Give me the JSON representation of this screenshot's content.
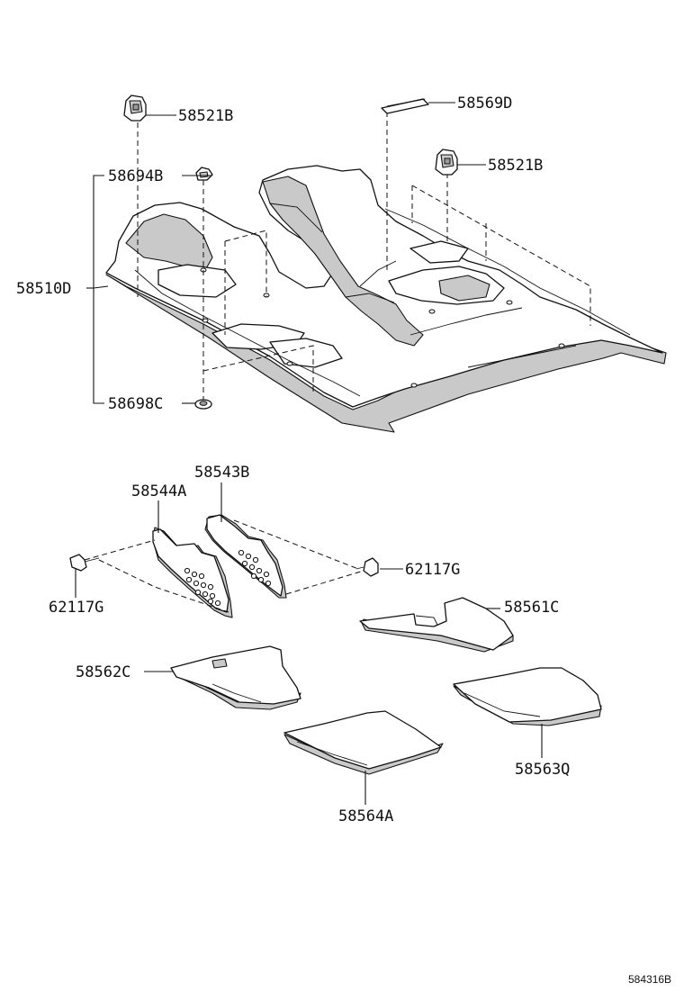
{
  "diagram": {
    "labels": {
      "p58521b_top": "58521B",
      "p58569d": "58569D",
      "p58521b_right": "58521B",
      "p58694b": "58694B",
      "p58510d": "58510D",
      "p58698c": "58698C",
      "p58543b": "58543B",
      "p58544a": "58544A",
      "p62117g_right": "62117G",
      "p62117g_left": "62117G",
      "p58561c": "58561C",
      "p58562c": "58562C",
      "p58563q": "58563Q",
      "p58564a": "58564A"
    },
    "figure_id": "584316B"
  }
}
